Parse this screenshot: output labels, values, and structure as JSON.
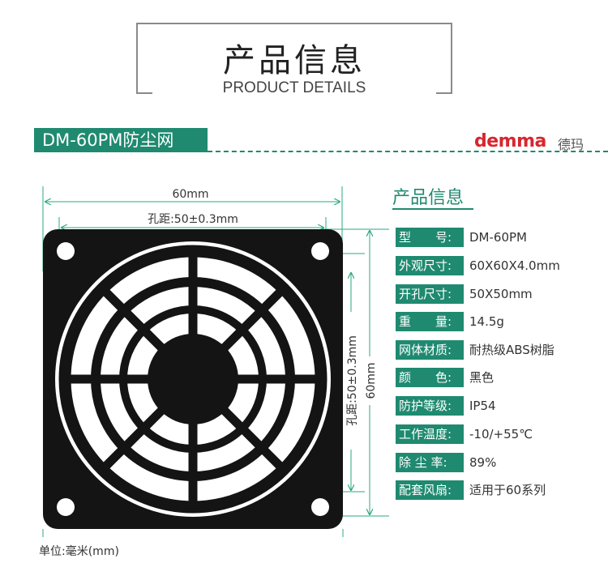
{
  "header": {
    "title": "产品信息",
    "subtitle": "PRODUCT DETAILS"
  },
  "product_bar": {
    "title": "DM-60PM防尘网"
  },
  "brand": {
    "logo_text": "demma",
    "chinese_name": "德玛",
    "color": "#d8262e"
  },
  "drawing": {
    "width_label": "60mm",
    "hole_pitch_label": "孔距:50±0.3mm",
    "height_label": "60mm",
    "vertical_hole_pitch_label": "孔距:50±0.3mm"
  },
  "specs": {
    "title": "产品信息",
    "rows": [
      {
        "label": "型　　号:",
        "value": "DM-60PM"
      },
      {
        "label": "外观尺寸:",
        "value": "60X60X4.0mm"
      },
      {
        "label": "开孔尺寸:",
        "value": "50X50mm"
      },
      {
        "label": "重　　量:",
        "value": "14.5g"
      },
      {
        "label": "网体材质:",
        "value": "耐热级ABS树脂"
      },
      {
        "label": "颜　　色:",
        "value": "黑色"
      },
      {
        "label": "防护等级:",
        "value": "IP54"
      },
      {
        "label": "工作温度:",
        "value": "-10/+55℃"
      },
      {
        "label": "除 尘 率:",
        "value": "89%"
      },
      {
        "label": "配套风扇:",
        "value": "适用于60系列"
      }
    ]
  },
  "footer": {
    "unit_note": "单位:毫米(mm)"
  },
  "colors": {
    "accent": "#1f8a70",
    "dimension_line": "#2aa883",
    "product": "#111111"
  }
}
